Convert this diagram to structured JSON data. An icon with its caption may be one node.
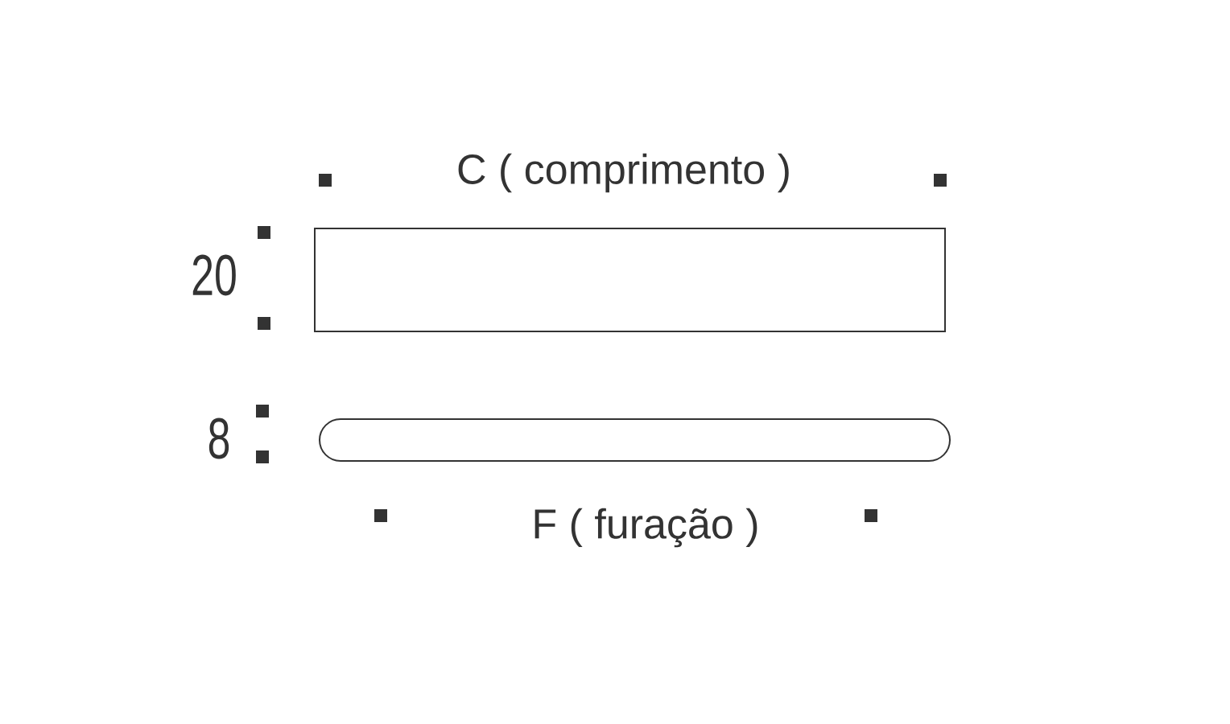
{
  "diagram": {
    "labels": [
      "C ( comprimento )",
      "20",
      "8",
      "F ( furação )"
    ]
  }
}
